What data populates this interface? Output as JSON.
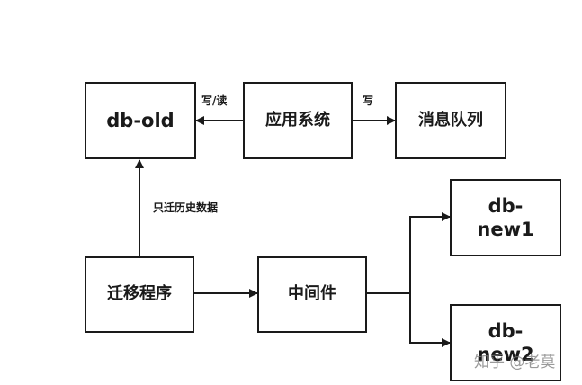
{
  "nodes": {
    "db_old": "db-old",
    "app_system": "应用系统",
    "message_queue": "消息队列",
    "db_new1_line1": "db-",
    "db_new1_line2": "new1",
    "migration": "迁移程序",
    "middleware": "中间件",
    "db_new2_line1": "db-",
    "db_new2_line2": "new2"
  },
  "edge_labels": {
    "app_to_db_old": "写/读",
    "app_to_queue": "写",
    "migration_to_db_old": "只迁历史数据"
  },
  "watermark": "知乎 @老莫",
  "colors": {
    "stroke": "#1a1a1a",
    "background": "#ffffff"
  }
}
